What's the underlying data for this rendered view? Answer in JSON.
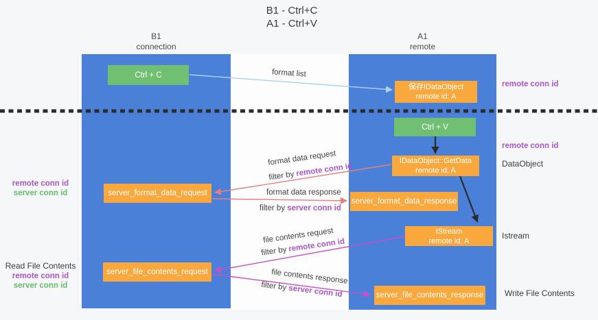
{
  "title": {
    "lines": [
      "B1 - Ctrl+C",
      "A1 - Ctrl+V"
    ]
  },
  "lanes": {
    "left": {
      "title": "B1",
      "subtitle": "connection"
    },
    "right": {
      "title": "A1",
      "subtitle": "remote"
    }
  },
  "nodes": {
    "ctrl_c": {
      "label": "Ctrl + C"
    },
    "save_idataobject": {
      "line1": "保存IDataObject",
      "line2": "remote id: A"
    },
    "ctrl_v": {
      "label": "Ctrl + V"
    },
    "idataobject_getdata": {
      "line1": "IDataObject::GetData",
      "line2": "remote id: A"
    },
    "server_format_data_request": {
      "label": "server_format_data_request"
    },
    "server_format_data_response": {
      "label": "server_format_data_response"
    },
    "istream": {
      "line1": "IStream",
      "line2": "remote id: A"
    },
    "server_file_contents_request": {
      "label": "server_file_contents_request"
    },
    "server_file_contents_response": {
      "label": "server_file_contents_response"
    }
  },
  "flow_labels": {
    "format_list": "format list",
    "format_request": {
      "title": "format data request",
      "filter_prefix": "filter by ",
      "filter_key": "remote conn id"
    },
    "format_response": {
      "title": "format data response",
      "filter_prefix": "filter by ",
      "filter_key": "server conn id"
    },
    "file_request": {
      "title": "file contents request",
      "filter_prefix": "filter by ",
      "filter_key": "remote conn id"
    },
    "file_response": {
      "title": "file contents response",
      "filter_prefix": "filter by ",
      "filter_key": "server conn id"
    }
  },
  "annotations": {
    "right_remote_conn_top": "remote conn id",
    "right_remote_conn_mid": "remote conn id",
    "dataobject": "DataObject",
    "istream": "Istream",
    "write_file_contents": "Write File Contents",
    "left_remote_conn_1": "remote conn id",
    "left_server_conn_1": "server conn id",
    "read_file_contents": "Read File Contents",
    "left_remote_conn_2": "remote conn id",
    "left_server_conn_2": "server conn id"
  },
  "colors": {
    "column_blue": "#4a80d8",
    "box_green": "#71bf73",
    "box_orange": "#f8a83c",
    "arrow_black": "#2b2b2b",
    "arrow_salmon": "#e87e7e",
    "arrow_magenta": "#c94fc9",
    "arrow_lightblue": "#a9d3f0",
    "label_purple": "#a855c8",
    "label_green": "#66bb6a"
  }
}
